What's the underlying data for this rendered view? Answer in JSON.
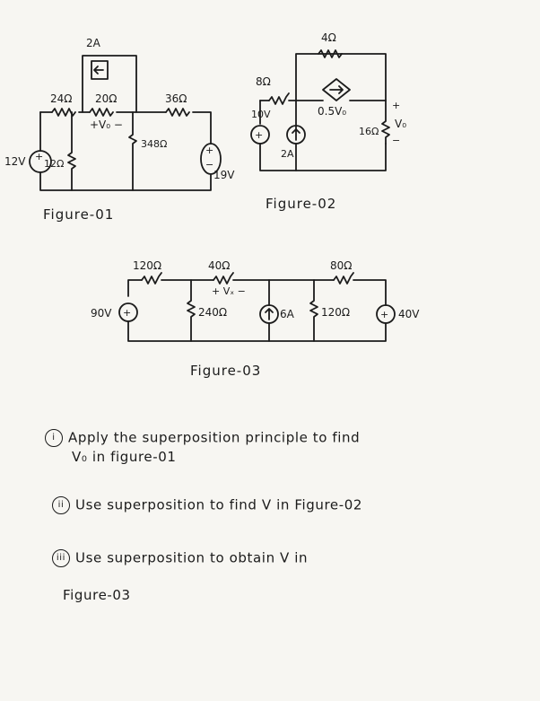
{
  "figure1": {
    "caption": "Figure-01",
    "labels": {
      "top_source": "2A",
      "r24": "24Ω",
      "r20": "20Ω",
      "r36": "36Ω",
      "vo": "+V₀ −",
      "r348": "348Ω",
      "r12": "12Ω",
      "v12": "12V",
      "v19": "19V"
    }
  },
  "figure2": {
    "caption": "Figure-02",
    "labels": {
      "r4": "4Ω",
      "r8": "8Ω",
      "v10": "10V",
      "dep": "0.5V₀",
      "i2": "2A",
      "r16": "16Ω",
      "vo": "V₀"
    }
  },
  "figure3": {
    "caption": "Figure-03",
    "labels": {
      "r120a": "120Ω",
      "r40": "40Ω",
      "r80": "80Ω",
      "vx": "+ Vₓ −",
      "r240": "240Ω",
      "i6": "6A",
      "r120b": "120Ω",
      "v90": "90V",
      "v40": "40V"
    }
  },
  "questions": [
    {
      "num": "i",
      "line1": "Apply the superposition principle to find",
      "line2": "V₀ in figure-01"
    },
    {
      "num": "ii",
      "line1": "Use superposition to find V in Figure-02"
    },
    {
      "num": "iii",
      "line1": "Use superposition to obtain V in",
      "line2": "Figure-03"
    }
  ]
}
